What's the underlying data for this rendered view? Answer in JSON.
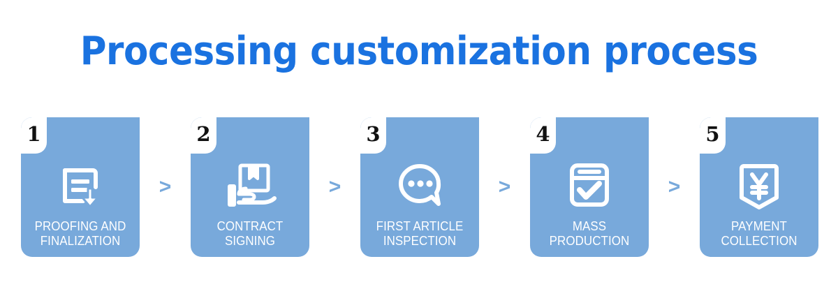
{
  "header": {
    "title": "Processing customization process",
    "title_color": "#1a72e0"
  },
  "theme": {
    "card_color": "#78a9db",
    "card_text_color": "#ffffff",
    "number_color": "#111111",
    "background": "#ffffff",
    "chevron_color": "#78a9db"
  },
  "flow": {
    "separator": ">",
    "steps": [
      {
        "number": "1",
        "label": "PROOFING AND\nFINALIZATION",
        "icon": "document-download-icon"
      },
      {
        "number": "2",
        "label": "CONTRACT\nSIGNING",
        "icon": "hand-holding-box-icon"
      },
      {
        "number": "3",
        "label": "FIRST  ARTICLE\nINSPECTION",
        "icon": "speech-bubble-dots-icon"
      },
      {
        "number": "4",
        "label": "MASS\nPRODUCTION",
        "icon": "calendar-check-icon"
      },
      {
        "number": "5",
        "label": "PAYMENT\nCOLLECTION",
        "icon": "yen-pouch-icon"
      }
    ]
  }
}
